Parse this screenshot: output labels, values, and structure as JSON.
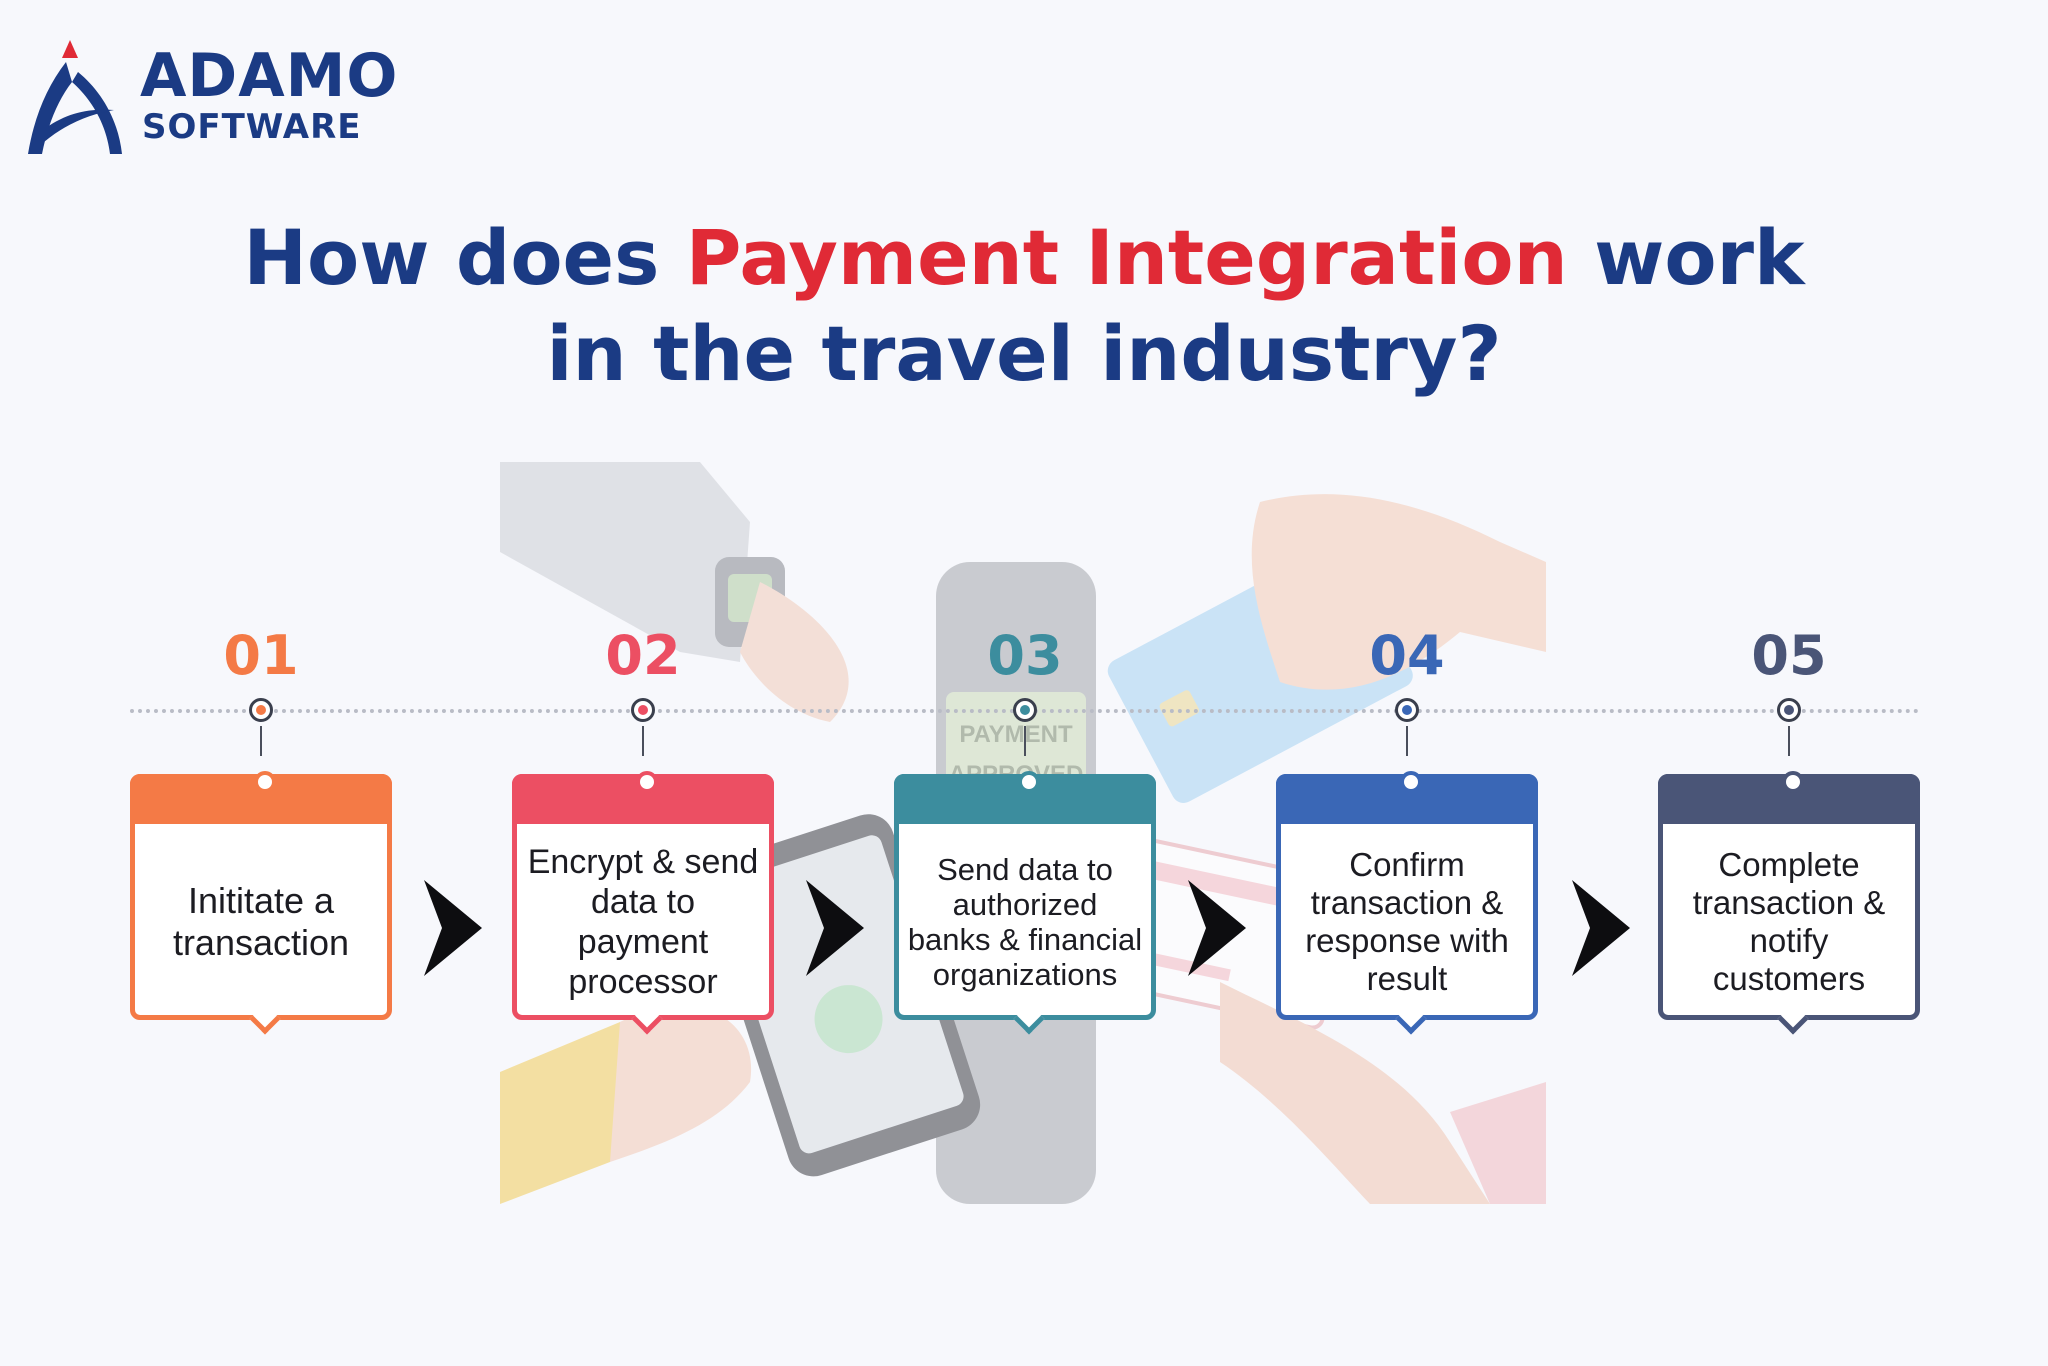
{
  "logo": {
    "line1": "ADAMO",
    "line2": "SOFTWARE"
  },
  "title": {
    "part1": "How does ",
    "accent": "Payment Integration",
    "part2": " work",
    "line2": "in the travel industry?"
  },
  "colors": {
    "navy": "#1b3b84",
    "red": "#e02a36",
    "step_colors": [
      "#f47a46",
      "#ec4f63",
      "#3c8d9e",
      "#3a67b6",
      "#4a5577"
    ]
  },
  "steps": [
    {
      "number": "01",
      "label": "Inititate a transaction"
    },
    {
      "number": "02",
      "label": "Encrypt & send data to payment processor"
    },
    {
      "number": "03",
      "label": "Send data to authorized banks & financial organizations"
    },
    {
      "number": "04",
      "label": "Confirm transaction & response with result"
    },
    {
      "number": "05",
      "label": "Complete transaction & notify customers"
    }
  ],
  "background_image": {
    "terminal_text_line1": "PAYMENT",
    "terminal_text_line2": "APPROVED"
  }
}
